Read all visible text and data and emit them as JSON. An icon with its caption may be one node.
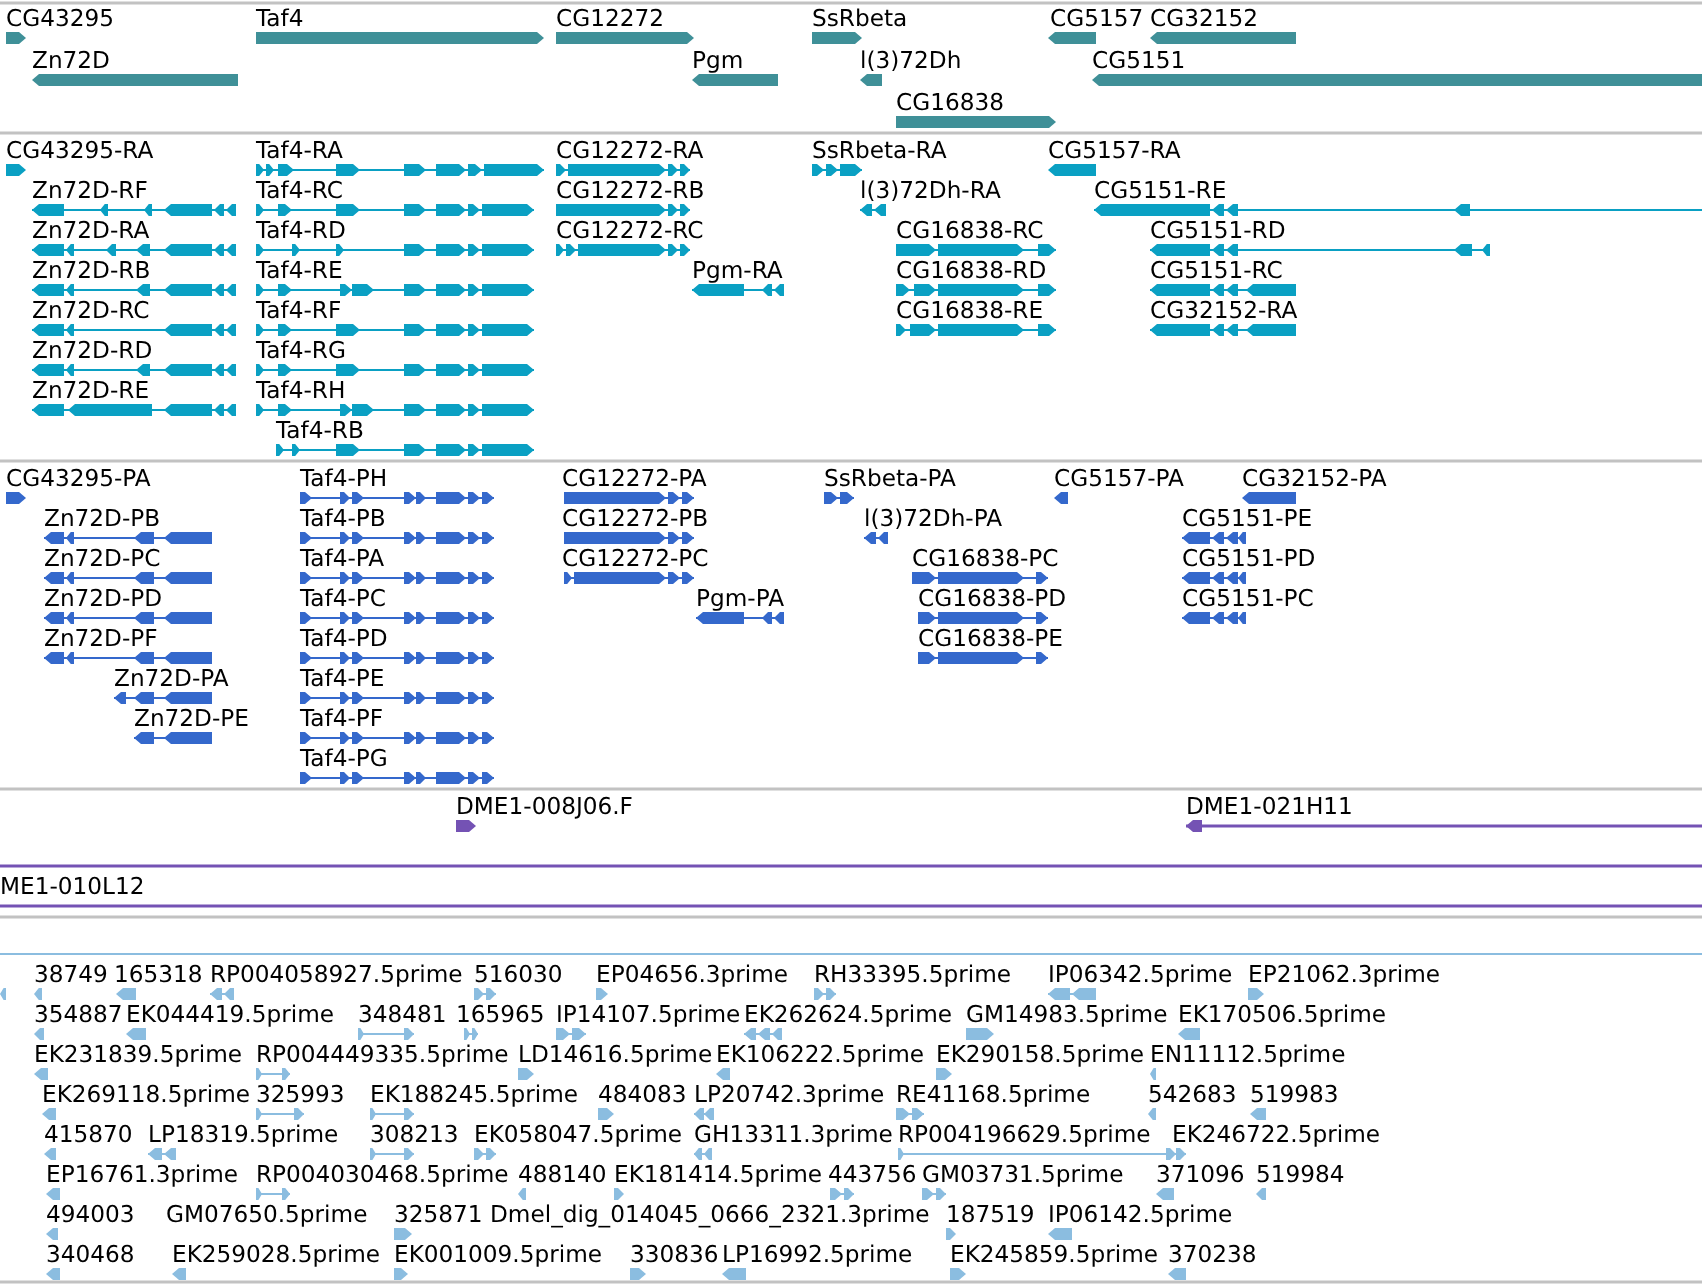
{
  "diagram": {
    "labels": [
      "CG43295",
      "Taf4",
      "CG12272",
      "SsRbeta",
      "CG5157",
      "CG32152",
      "Zn72D",
      "Pgm",
      "l(3)72Dh",
      "CG5151",
      "CG16838",
      "CG43295-RA",
      "Taf4-RA",
      "CG12272-RA",
      "SsRbeta-RA",
      "CG5157-RA",
      "Zn72D-RF",
      "Taf4-RC",
      "CG12272-RB",
      "l(3)72Dh-RA",
      "CG5151-RE",
      "Zn72D-RA",
      "Taf4-RD",
      "CG12272-RC",
      "CG16838-RC",
      "CG5151-RD",
      "Zn72D-RB",
      "Taf4-RE",
      "Pgm-RA",
      "CG16838-RD",
      "CG5151-RC",
      "Zn72D-RC",
      "Taf4-RF",
      "CG16838-RE",
      "CG32152-RA",
      "Zn72D-RD",
      "Taf4-RG",
      "Zn72D-RE",
      "Taf4-RH",
      "Taf4-RB",
      "CG43295-PA",
      "Taf4-PH",
      "CG12272-PA",
      "SsRbeta-PA",
      "CG5157-PA",
      "CG32152-PA",
      "Zn72D-PB",
      "Taf4-PB",
      "CG12272-PB",
      "l(3)72Dh-PA",
      "CG5151-PE",
      "Zn72D-PC",
      "Taf4-PA",
      "CG12272-PC",
      "CG16838-PC",
      "CG5151-PD",
      "Zn72D-PD",
      "Taf4-PC",
      "Pgm-PA",
      "CG16838-PD",
      "CG5151-PC",
      "Zn72D-PF",
      "Taf4-PD",
      "CG16838-PE",
      "Zn72D-PA",
      "Taf4-PE",
      "Zn72D-PE",
      "Taf4-PF",
      "Taf4-PG",
      "DME1-008J06.F",
      "DME1-021H11",
      "ME1-010L12",
      "38749",
      "165318",
      "RP004058927.5prime",
      "516030",
      "EP04656.3prime",
      "RH33395.5prime",
      "IP06342.5prime",
      "EP21062.3prime",
      "354887",
      "EK044419.5prime",
      "348481",
      "165965",
      "IP14107.5prime",
      "EK262624.5prime",
      "GM14983.5prime",
      "EK170506.5prime",
      "EK231839.5prime",
      "RP004449335.5prime",
      "LD14616.5prime",
      "EK106222.5prime",
      "EK290158.5prime",
      "EN11112.5prime",
      "EK269118.5prime",
      "325993",
      "EK188245.5prime",
      "484083",
      "LP20742.3prime",
      "RE41168.5prime",
      "542683",
      "519983",
      "415870",
      "LP18319.5prime",
      "308213",
      "EK058047.5prime",
      "GH13311.3prime",
      "RP004196629.5prime",
      "EK246722.5prime",
      "EP16761.3prime",
      "RP004030468.5prime",
      "488140",
      "EK181414.5prime",
      "443756",
      "GM03731.5prime",
      "371096",
      "519984",
      "494003",
      "GM07650.5prime",
      "325871",
      "Dmel_dig_014045_0666_2321.3prime",
      "187519",
      "IP06142.5prime",
      "340468",
      "EK259028.5prime",
      "EK001009.5prime",
      "330836",
      "LP16992.5prime",
      "EK245859.5prime",
      "370238"
    ]
  }
}
